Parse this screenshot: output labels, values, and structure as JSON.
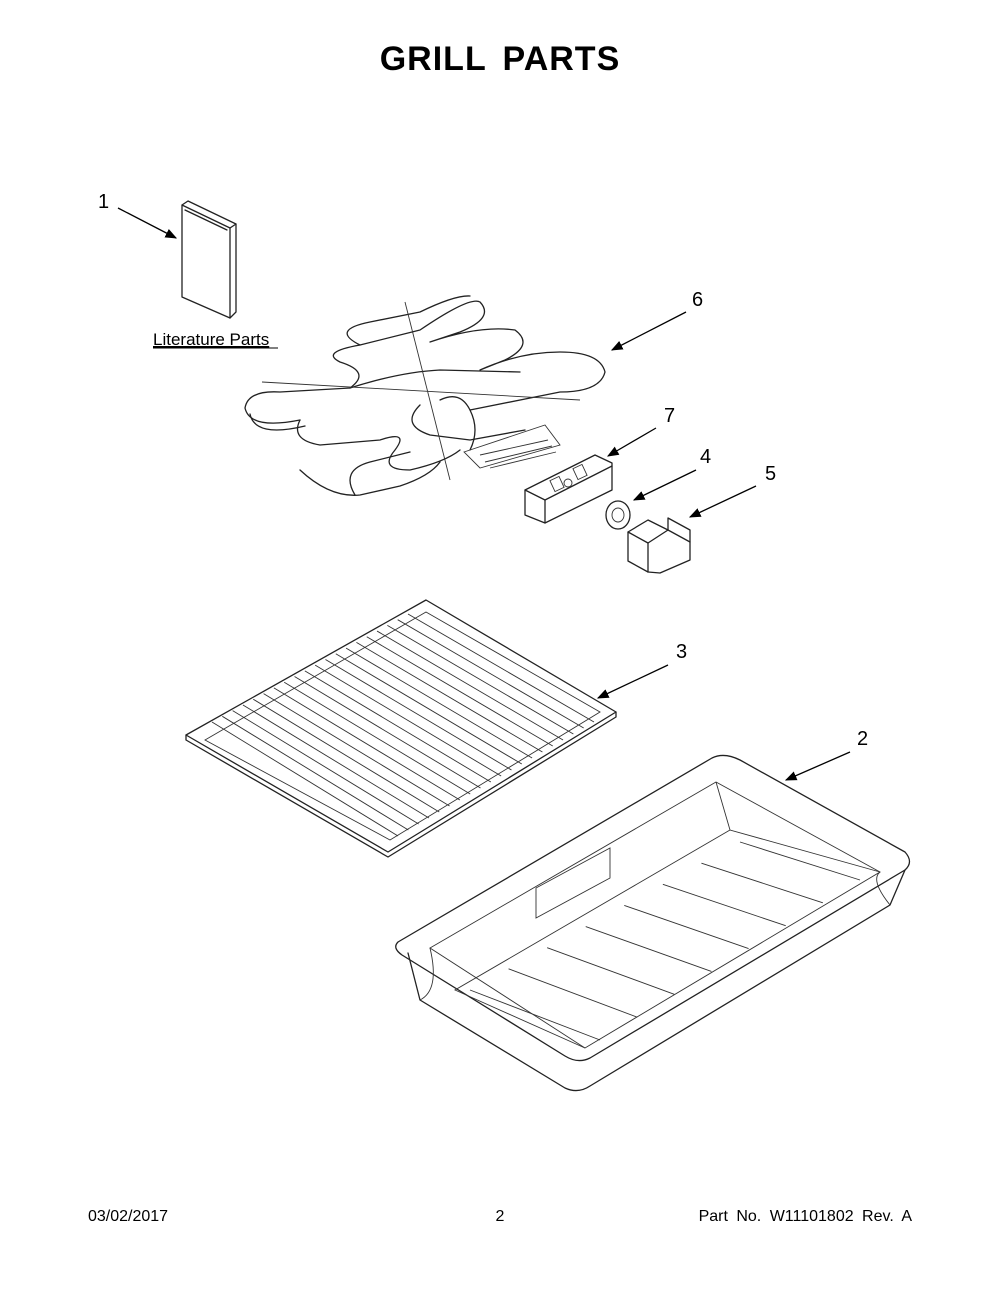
{
  "page": {
    "title": "GRILL PARTS"
  },
  "callouts": {
    "c1": "1",
    "c2": "2",
    "c3": "3",
    "c4": "4",
    "c5": "5",
    "c6": "6",
    "c7": "7"
  },
  "literature_label": "Literature Parts",
  "footer": {
    "date": "03/02/2017",
    "page_number": "2",
    "part_info": "Part No.  W11101802  Rev.  A"
  }
}
